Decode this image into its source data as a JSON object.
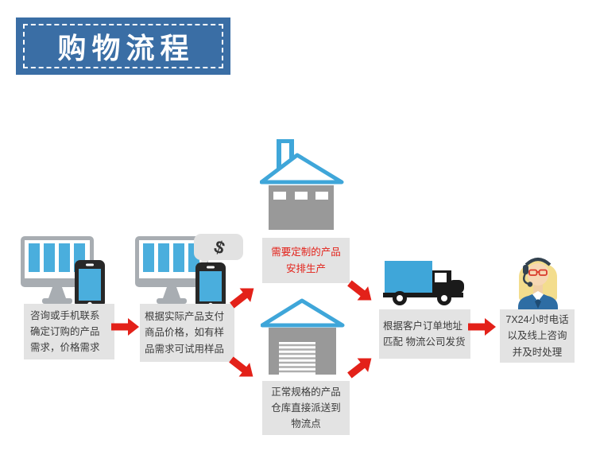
{
  "title": "购物流程",
  "colors": {
    "banner_blue": "#3a6ea5",
    "icon_blue": "#3fa6d9",
    "arrow_red": "#e32119",
    "caption_bg": "#e3e3e3",
    "building_gray": "#999999",
    "factory_text_red": "#e32119",
    "caption_text": "#3c3c3c"
  },
  "steps": {
    "inquiry": {
      "icon": "desktop-and-phone-icon",
      "lines": [
        "咨询或手机联系",
        "确定订购的产品",
        "需求，价格需求"
      ]
    },
    "payment": {
      "icon": "desktop-phone-dollar-bubble-icon",
      "bubble_symbol": "$",
      "lines": [
        "根据实际产品支付",
        "商品价格，如有样",
        "品需求可试用样品"
      ]
    },
    "factory": {
      "icon": "factory-icon",
      "lines": [
        "需要定制的产品",
        "安排生产"
      ]
    },
    "warehouse": {
      "icon": "warehouse-icon",
      "lines": [
        "正常规格的产品",
        "仓库直接派送到",
        "物流点"
      ]
    },
    "shipping": {
      "icon": "delivery-truck-icon",
      "lines": [
        "根据客户订单地址",
        "匹配 物流公司发货"
      ]
    },
    "support": {
      "icon": "support-agent-icon",
      "lines": [
        "7X24小时电话",
        "以及线上咨询",
        "并及时处理"
      ]
    }
  }
}
